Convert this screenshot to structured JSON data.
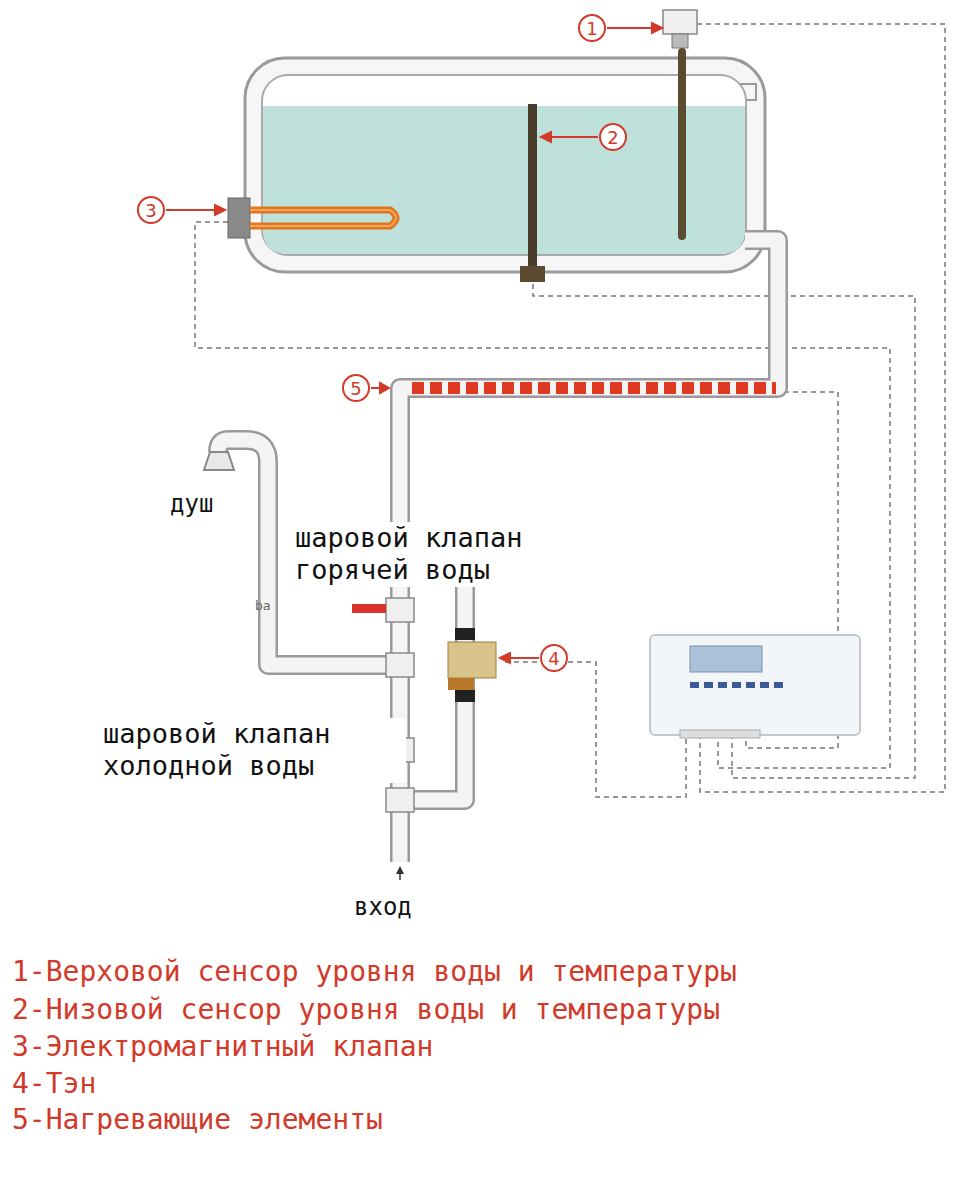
{
  "diagram": {
    "nodes": [
      {
        "text": [
          "1"
        ]
      },
      {
        "text": [
          "2"
        ]
      },
      {
        "text": [
          "3"
        ]
      },
      {
        "text": [
          "5"
        ]
      },
      {
        "text": [
          "4"
        ]
      }
    ],
    "labels": [
      "душ",
      "шаровой клапан горячей воды",
      "ba",
      "шаровой клапан холодной воды",
      "вход",
      "1-Верховой сенсор уровня воды и температуры",
      "2-Низовой сенсор уровня воды и температуры",
      "3-Электромагнитный клапан",
      "4-Тэн",
      "5-Нагревающие элементы"
    ]
  }
}
